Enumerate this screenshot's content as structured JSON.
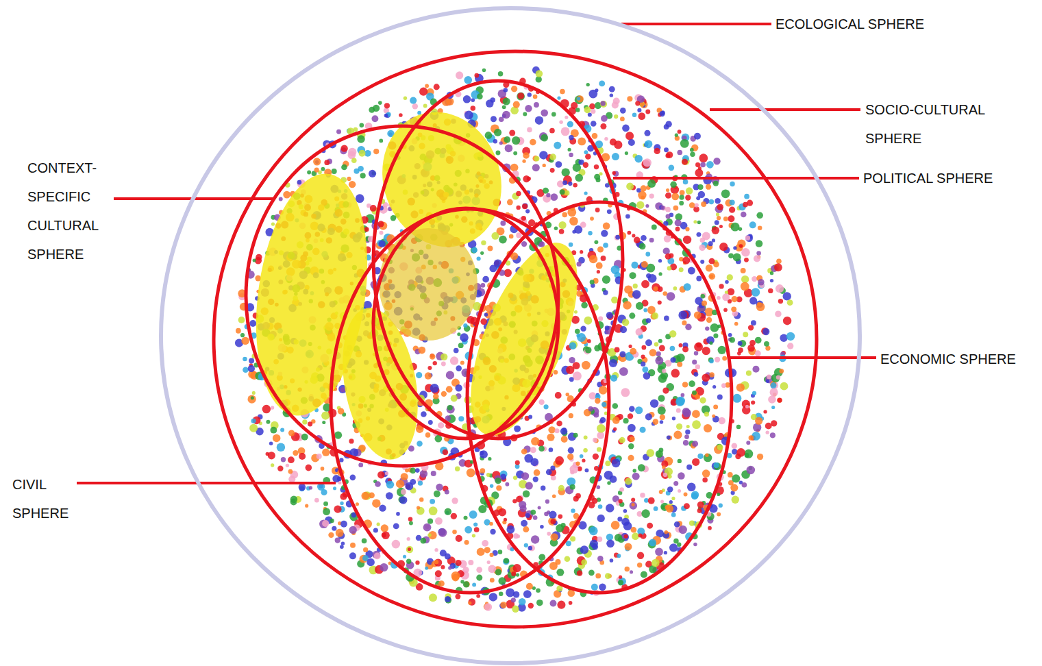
{
  "diagram": {
    "nodes": [
      {
        "text": [
          "ECOLOGICAL SPHERE"
        ]
      },
      {
        "text": [
          "SOCIO-CULTURAL SPHERE"
        ],
        "in": 0
      },
      {
        "text": [
          "CONTEXT-SPECIFIC CULTURAL SPHERE"
        ],
        "in": 1
      },
      {
        "text": [
          "POLITICAL SPHERE"
        ],
        "in": 1
      },
      {
        "text": [
          "ECONOMIC SPHERE"
        ],
        "in": 1
      },
      {
        "text": [
          "CIVIL SPHERE"
        ],
        "in": 1
      }
    ]
  }
}
